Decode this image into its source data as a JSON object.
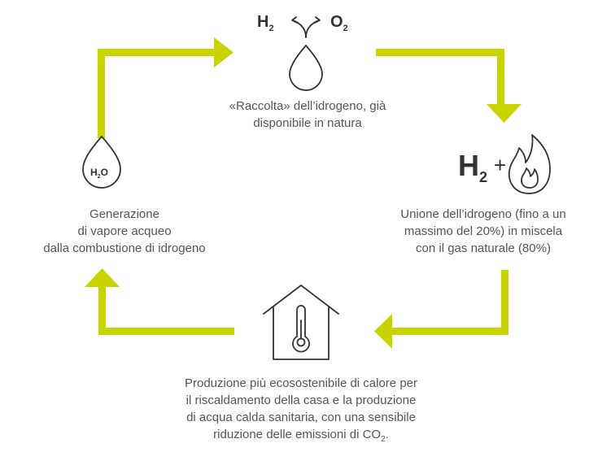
{
  "colors": {
    "arrow": "#c8d400",
    "icon_stroke": "#333333",
    "text": "#555555",
    "background": "#ffffff"
  },
  "top": {
    "icon": "water-drop-split-icon",
    "formula_left": "H",
    "formula_left_sub": "2",
    "formula_right": "O",
    "formula_right_sub": "2",
    "caption_lines": [
      "«Raccolta» dell’idrogeno, già",
      "disponibile in natura"
    ]
  },
  "right": {
    "icon": "flame-icon",
    "formula": "H",
    "formula_sub": "2",
    "plus": "+",
    "caption_lines": [
      "Unione dell’idrogeno (fino a un",
      "massimo del 20%) in miscela",
      "con il gas naturale (80%)"
    ]
  },
  "bottom": {
    "icon": "house-thermometer-icon",
    "caption_lines": [
      "Produzione più ecosostenibile di calore per",
      "il riscaldamento della casa e la produzione",
      "di acqua calda sanitaria, con una sensibile"
    ],
    "caption_last_prefix": "riduzione delle emissioni di CO",
    "caption_last_sub": "2",
    "caption_last_suffix": "."
  },
  "left": {
    "icon": "water-drop-icon",
    "drop_label": "H",
    "drop_label_sub": "2",
    "drop_label_suffix": "O",
    "caption_lines": [
      "Generazione",
      "di vapore acqueo",
      "dalla combustione di idrogeno"
    ]
  }
}
